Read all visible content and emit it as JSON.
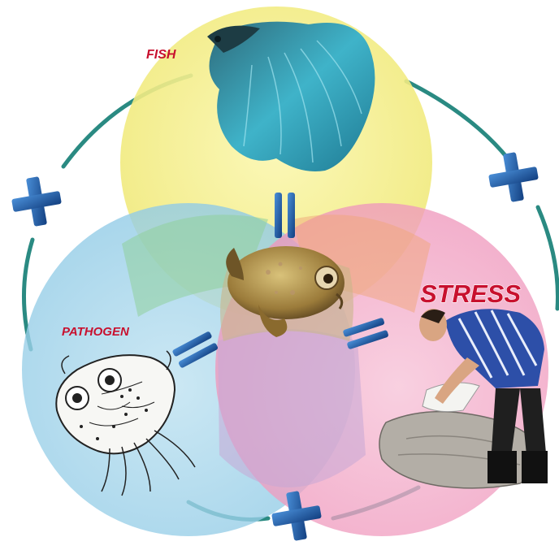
{
  "labels": {
    "fish": "FISH",
    "pathogen": "PATHOGEN",
    "stress": "STRESS"
  },
  "operators": {
    "plus": "+",
    "equals": "="
  },
  "colors": {
    "fish_circle": "#f5f08a",
    "pathogen_circle": "#9fd3ea",
    "stress_circle": "#f2a0c2",
    "label_red": "#c8102e",
    "plus_blue": "#1f5fae",
    "arc_teal": "#2a8a82"
  },
  "icons": {
    "fish": "betta-fish-icon",
    "pathogen": "parasite-icon",
    "stress": "worker-handling-bags-icon",
    "diseased_fish": "sick-fish-icon"
  }
}
